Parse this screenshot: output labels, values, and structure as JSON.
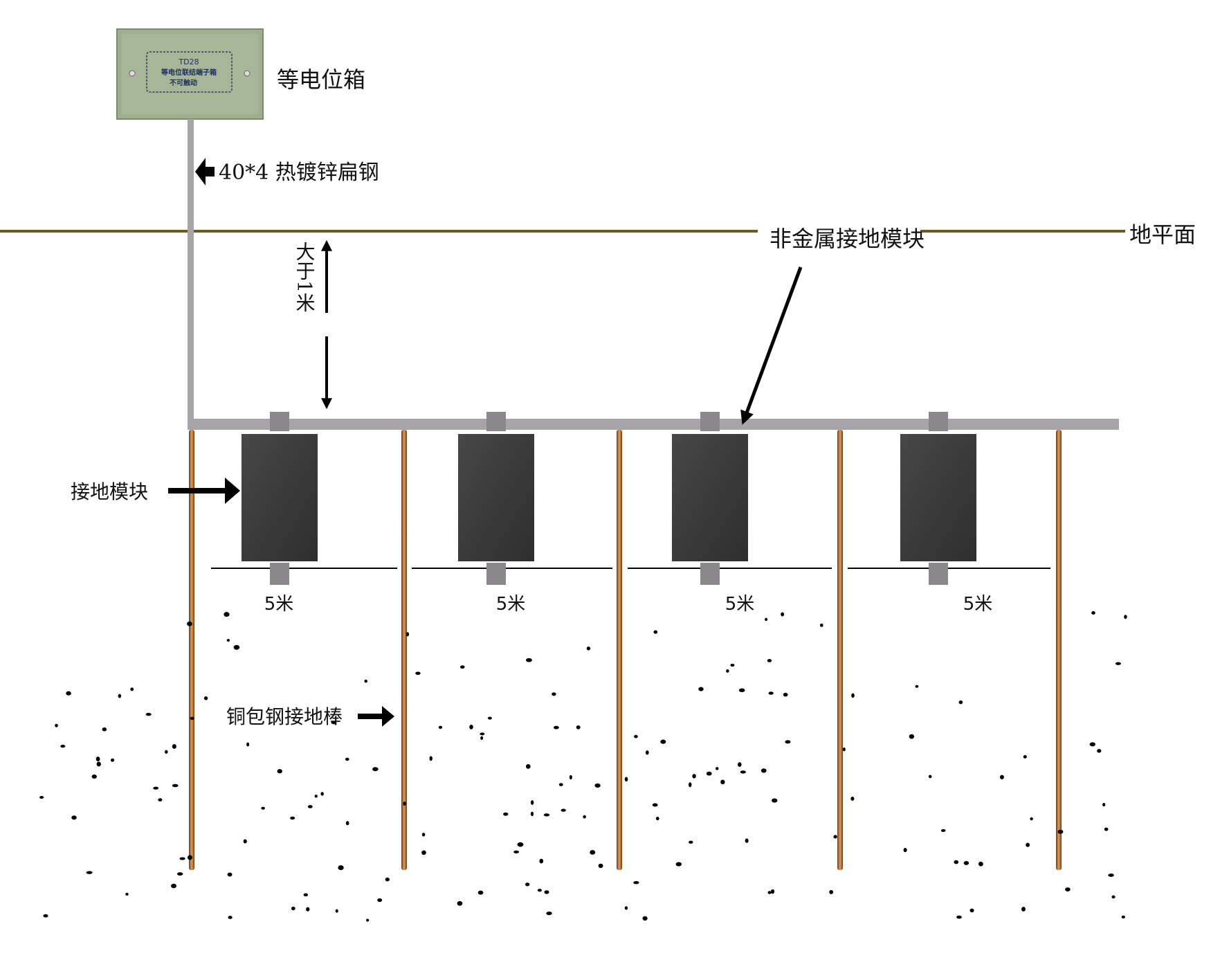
{
  "box": {
    "model": "TD28",
    "plate_line1": "等电位联结端子箱",
    "plate_line2": "不可触动",
    "label": "等电位箱"
  },
  "labels": {
    "flat_steel": "40*4 热镀锌扁钢",
    "nonmetal_module": "非金属接地模块",
    "ground_level": "地平面",
    "depth": "大于1米",
    "ground_module": "接地模块",
    "ground_rod": "铜包钢接地棒"
  },
  "spacings": [
    "5米",
    "5米",
    "5米",
    "5米"
  ],
  "colors": {
    "ground_line": "#6b5a1e",
    "steel": "#a6a4a6",
    "connector": "#8a888a",
    "module": "#3c3c3c",
    "rod": "#b0682a",
    "box": "#9fae8e"
  }
}
